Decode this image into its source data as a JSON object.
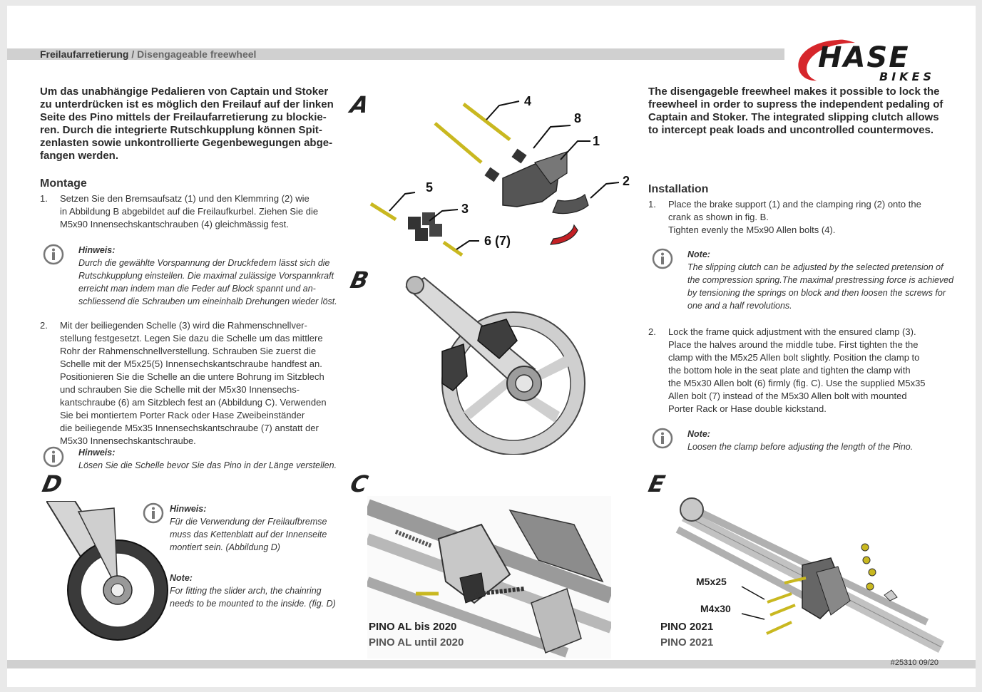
{
  "header": {
    "title_de": "Freilaufarretierung",
    "separator": " / ",
    "title_en": "Disengageable freewheel"
  },
  "logo": {
    "word1": "HASE",
    "word2": "BIKES",
    "accent_color": "#d6262b"
  },
  "de": {
    "lead": [
      "Um das unabhängige Pedalieren von Captain und Stoker",
      "zu unterdrücken ist es möglich den Freilauf auf der linken",
      "Seite des Pino mittels der Freilaufarretierung zu blockie-",
      "ren. Durch die integrierte Rutschkupplung können Spit-",
      "zenlasten sowie unkontrollierte Gegenbewegungen abge-",
      "fangen werden."
    ],
    "section_title": "Montage",
    "step1_num": "1.",
    "step1": [
      "Setzen Sie den Bremsaufsatz (1) und den Klemmring (2) wie",
      "in Abbildung B abgebildet auf die Freilaufkurbel. Ziehen Sie die",
      "M5x90 Innensechskantschrauben (4) gleichmässig fest."
    ],
    "note1_title": "Hinweis:",
    "note1": [
      "Durch die gewählte Vorspannung der Druckfedern lässt sich die",
      "Rutschkupplung einstellen. Die maximal zulässige Vorspannkraft",
      "erreicht man indem man die Feder auf Block spannt und an-",
      "schliessend die Schrauben um eineinhalb Drehungen wieder löst."
    ],
    "step2_num": "2.",
    "step2": [
      "Mit der beiliegenden Schelle (3) wird die Rahmenschnellver-",
      "stellung festgesetzt. Legen Sie dazu die Schelle um das mittlere",
      "Rohr der Rahmenschnellverstellung. Schrauben Sie zuerst die",
      "Schelle mit der M5x25(5) Innensechskantschraube handfest an.",
      "Positionieren Sie die Schelle an die untere Bohrung im Sitzblech",
      "und schrauben Sie die Schelle mit der M5x30 Innensechs-",
      "kantschraube (6) am Sitzblech fest an (Abbildung C). Verwenden",
      "Sie bei montiertem Porter Rack oder Hase Zweibeinständer",
      "die beiliegende M5x35 Innensechskantschraube (7) anstatt der",
      "M5x30 Innensechskantschraube."
    ],
    "note2_title": "Hinweis:",
    "note2": [
      "Lösen Sie die Schelle bevor Sie das Pino in der Länge verstellen."
    ],
    "noteD_title": "Hinweis:",
    "noteD": [
      "Für die Verwendung der Freilaufbremse",
      "muss das Kettenblatt auf der Innenseite",
      "montiert sein. (Abbildung D)"
    ],
    "noteD_en_title": "Note:",
    "noteD_en": [
      "For fitting the slider arch, the chainring",
      "needs to be mounted to the inside. (fig. D)"
    ]
  },
  "en": {
    "lead": [
      "The disengageble freewheel makes it possible to lock the",
      "freewheel in order to supress the independent pedaling of",
      "Captain and Stoker.  The integrated slipping clutch allows",
      "to intercept peak loads and uncontrolled countermoves."
    ],
    "section_title": "Installation",
    "step1_num": "1.",
    "step1": [
      "Place the brake support (1) and the clamping ring (2) onto the",
      "crank as shown in fig. B.",
      "Tighten evenly the M5x90 Allen bolts (4)."
    ],
    "note1_title": "Note:",
    "note1": [
      "The slipping clutch can be adjusted by the selected pretension of",
      "the compression spring.The maximal prestressing force is achieved",
      "by tensioning the springs on block and then loosen the screws for",
      "one and a half revolutions."
    ],
    "step2_num": "2.",
    "step2": [
      "Lock the frame quick adjustment with the ensured clamp (3).",
      "Place the halves around the middle tube. First tighten the the",
      "clamp with the M5x25 Allen bolt slightly. Position the clamp to",
      "the bottom hole in the seat plate and tighten the clamp with",
      "the M5x30 Allen bolt (6) firmly (fig. C). Use the supplied M5x35",
      "Allen bolt (7) instead of the M5x30 Allen bolt with mounted",
      "Porter Rack or Hase double kickstand."
    ],
    "note2_title": "Note:",
    "note2": [
      "Loosen the clamp before adjusting the length of the Pino."
    ]
  },
  "figures": {
    "A": "A",
    "B": "B",
    "C": "C",
    "D": "D",
    "E": "E",
    "callouts": {
      "c1": "1",
      "c2": "2",
      "c3": "3",
      "c4": "4",
      "c5": "5",
      "c67": "6 (7)",
      "c8": "8"
    },
    "C_caption_de": "PINO AL bis 2020",
    "C_caption_en": "PINO AL until 2020",
    "E_caption_de": "PINO 2021",
    "E_caption_en": "PINO 2021",
    "E_label1": "M5x25",
    "E_label2": "M4x30"
  },
  "footer": {
    "doc_number": "#25310 09/20"
  }
}
